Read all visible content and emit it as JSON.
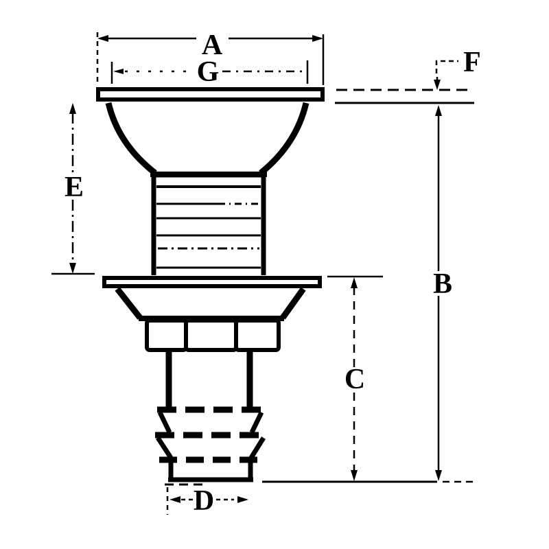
{
  "drawing": {
    "kind": "thru-hull-fitting-dimension-diagram",
    "background": "#ffffff",
    "ink": "#000000",
    "labels": {
      "a": "A",
      "b": "B",
      "c": "C",
      "d": "D",
      "e": "E",
      "f": "F",
      "g": "G"
    }
  }
}
